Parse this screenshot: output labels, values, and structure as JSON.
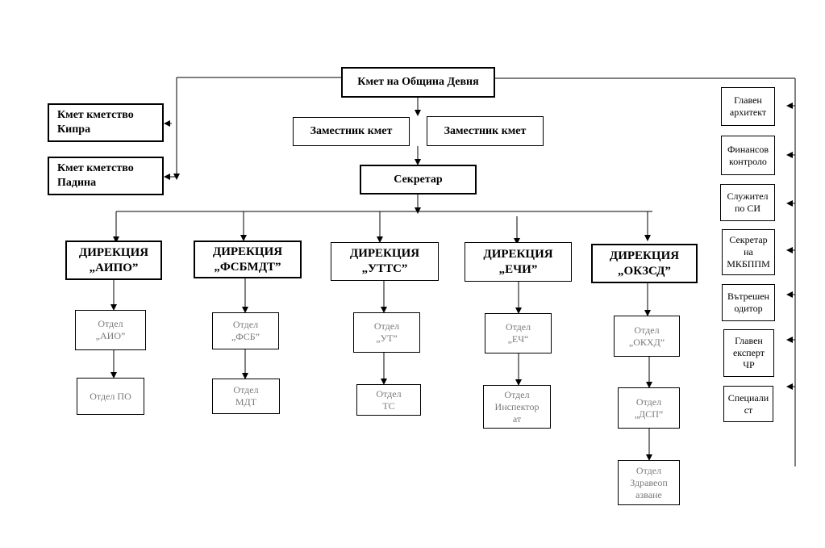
{
  "mayor": "Кмет на Община Девня",
  "mayor_kiprа": "Кмет кметство\nКипра",
  "mayor_padina": "Кмет кметство\nПадина",
  "deputy_1": "Заместник кмет",
  "deputy_2": "Заместник кмет",
  "secretary": "Секретар",
  "directorates": {
    "aipo": "ДИРЕКЦИЯ\n„АИПО”",
    "fsbmdt": "ДИРЕКЦИЯ\n„ФСБМДТ”",
    "utts": "ДИРЕКЦИЯ\n„УТТС”",
    "echi": "ДИРЕКЦИЯ\n„ЕЧИ”",
    "okzsd": "ДИРЕКЦИЯ\n„ОКЗСД”"
  },
  "departments": {
    "aio": "Отдел\n„АИО”",
    "po": "Отдел ПО",
    "fsb": "Отдел\n„ФСБ”",
    "mdt": "Отдел\nМДТ",
    "ut": "Отдел\n„УТ”",
    "ts": "Отдел\nТС",
    "ech": "Отдел\n„ЕЧ“",
    "inspectorate": "Отдел\nИнспектор\nат",
    "okhd": "Отдел\n„ОКХД”",
    "dsp": "Отдел\n„ДСП”",
    "health": "Отдел\nЗдравеоп\nазване"
  },
  "staff": {
    "chief_architect": "Главен\nархитект",
    "financial_control": "Финансов\nконтроло",
    "classified_officer": "Служител\nпо СИ",
    "secretary_mkbppm": "Секретар\nна\nМКБППМ",
    "internal_auditor": "Вътрешен\nодитор",
    "chief_expert_hr": "Главен\nексперт\nЧР",
    "specialist": "Специали\nст"
  }
}
